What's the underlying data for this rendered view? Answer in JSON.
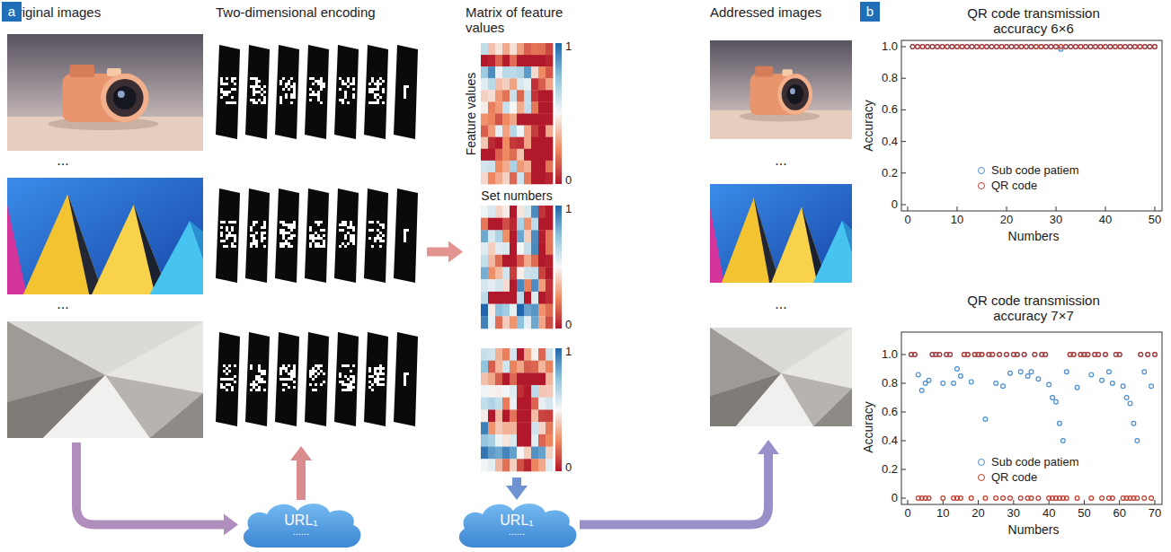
{
  "diagram": {
    "nodes": [
      {
        "text": [
          "Original images"
        ]
      },
      {
        "text": [
          "Two-dimensional encoding"
        ]
      },
      {
        "text": [
          "Matrix of feature values"
        ]
      },
      {
        "text": [
          "Addressed images"
        ]
      },
      {
        "text": [
          "URL₁",
          "......"
        ]
      },
      {
        "text": [
          "URL₁",
          "......"
        ]
      }
    ],
    "edges": [
      {
        "from": 0,
        "to": 4,
        "arrow": "to"
      },
      {
        "from": 4,
        "to": 1,
        "arrow": "to"
      },
      {
        "from": 1,
        "to": 2,
        "arrow": "to"
      },
      {
        "from": 2,
        "to": 5,
        "arrow": "to"
      },
      {
        "from": 5,
        "to": 3,
        "arrow": "to"
      }
    ],
    "labels": [
      "a",
      "...",
      "...",
      "Feature values",
      "Set numbers",
      "1",
      "0",
      "1",
      "0",
      "1",
      "0",
      "...",
      "...",
      "b",
      "QR code transmission accuracy 6×6",
      "1.0",
      "0.8",
      "0.6",
      "0.4",
      "0.2",
      "0",
      "Accuracy",
      "0",
      "10",
      "20",
      "30",
      "40",
      "50",
      "Numbers",
      "QR code transmission accuracy 7×7",
      "1.0",
      "0.8",
      "0.6",
      "0.4",
      "0.2",
      "0",
      "Accuracy",
      "0",
      "10",
      "20",
      "30",
      "40",
      "50",
      "60",
      "70",
      "Numbers"
    ],
    "legend": [
      {
        "text": "Sub code patiem",
        "color": "#4a8fd0"
      },
      {
        "text": "QR code",
        "color": "#c0392b"
      },
      {
        "text": "Sub code patiem",
        "color": "#4a8fd0"
      },
      {
        "text": "QR code",
        "color": "#c0392b"
      }
    ]
  }
}
